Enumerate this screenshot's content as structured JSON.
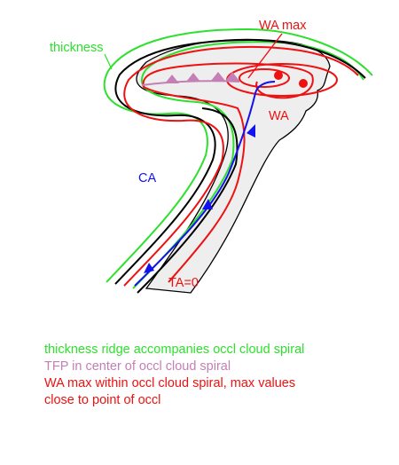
{
  "colors": {
    "thickness": "#2ee02e",
    "tfp": "#c47fb6",
    "wa": "#ee1111",
    "ca": "#1212ee",
    "black": "#000000",
    "cloud_fill": "#eeeeee"
  },
  "labels": {
    "thickness": "thickness",
    "wa_max": "WA max",
    "wa": "WA",
    "ca": "CA",
    "ta_zero": "TA=0"
  },
  "legend": {
    "line1": "thickness ridge accompanies occl cloud spiral",
    "line2": "TFP in center of occl cloud spiral",
    "line3": "WA max within occl cloud spiral, max values",
    "line4": "close to point of occl"
  }
}
